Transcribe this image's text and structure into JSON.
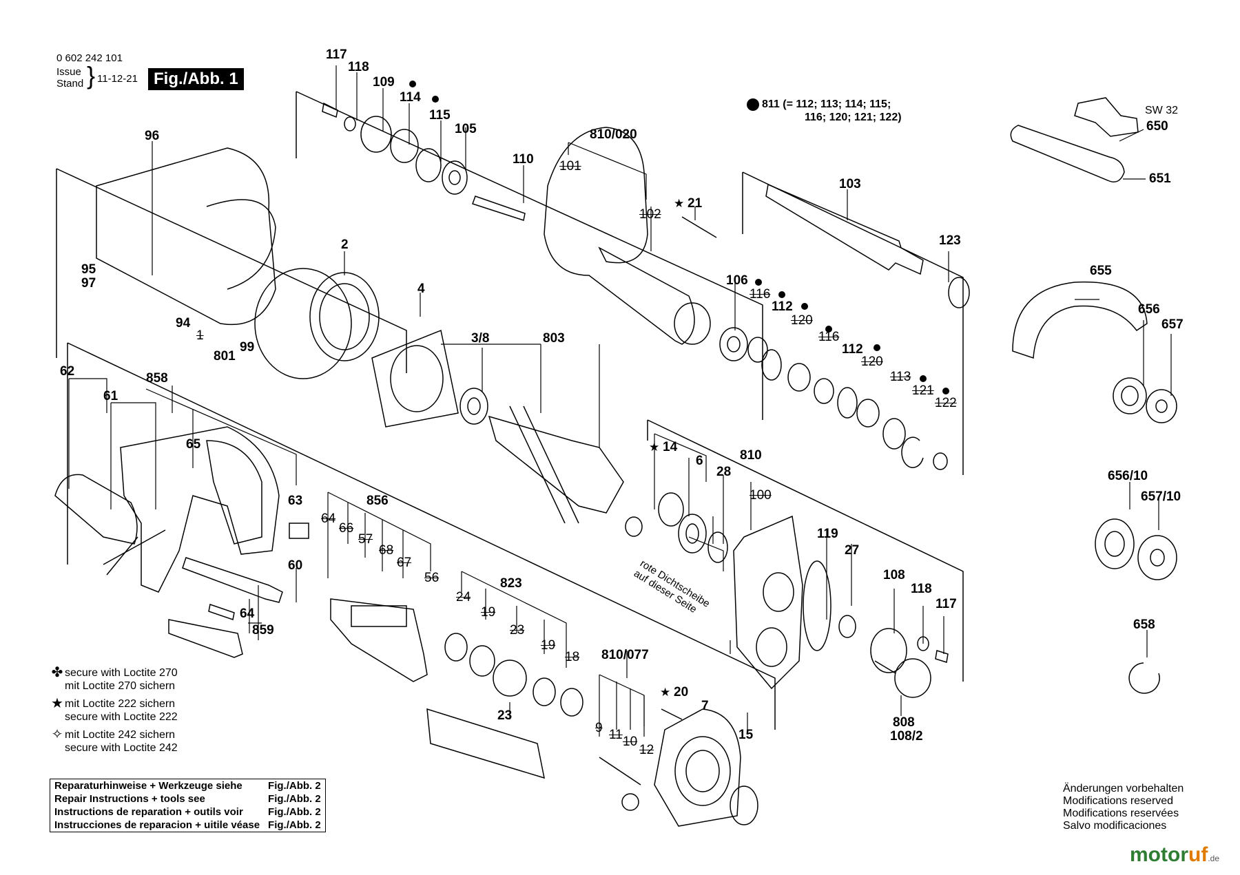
{
  "header": {
    "part_number": "0 602 242 101",
    "issue_label": "Issue",
    "stand_label": "Stand",
    "date": "11-12-21",
    "figure": "Fig./Abb. 1"
  },
  "kit_note": {
    "line1": "811 (= 112; 113; 114; 115;",
    "line2": "116; 120; 121; 122)"
  },
  "wrench_size": "SW 32",
  "callouts": [
    {
      "id": "c-117a",
      "text": "117"
    },
    {
      "id": "c-118a",
      "text": "118"
    },
    {
      "id": "c-109",
      "text": "109"
    },
    {
      "id": "c-114",
      "text": "114"
    },
    {
      "id": "c-115",
      "text": "115"
    },
    {
      "id": "c-105",
      "text": "105"
    },
    {
      "id": "c-110",
      "text": "110"
    },
    {
      "id": "c-810-020",
      "text": "810/020"
    },
    {
      "id": "c-101",
      "text": "101"
    },
    {
      "id": "c-102",
      "text": "102"
    },
    {
      "id": "c-21",
      "text": "21"
    },
    {
      "id": "c-96",
      "text": "96"
    },
    {
      "id": "c-2",
      "text": "2"
    },
    {
      "id": "c-95",
      "text": "95"
    },
    {
      "id": "c-97",
      "text": "97"
    },
    {
      "id": "c-94",
      "text": "94"
    },
    {
      "id": "c-1",
      "text": "1"
    },
    {
      "id": "c-801",
      "text": "801"
    },
    {
      "id": "c-99",
      "text": "99"
    },
    {
      "id": "c-4",
      "text": "4"
    },
    {
      "id": "c-3-8",
      "text": "3/8"
    },
    {
      "id": "c-803",
      "text": "803"
    },
    {
      "id": "c-103",
      "text": "103"
    },
    {
      "id": "c-123",
      "text": "123"
    },
    {
      "id": "c-106",
      "text": "106"
    },
    {
      "id": "c-116a",
      "text": "116"
    },
    {
      "id": "c-112a",
      "text": "112"
    },
    {
      "id": "c-120a",
      "text": "120"
    },
    {
      "id": "c-116b",
      "text": "116"
    },
    {
      "id": "c-112b",
      "text": "112"
    },
    {
      "id": "c-120b",
      "text": "120"
    },
    {
      "id": "c-113",
      "text": "113"
    },
    {
      "id": "c-121",
      "text": "121"
    },
    {
      "id": "c-122",
      "text": "122"
    },
    {
      "id": "c-62",
      "text": "62"
    },
    {
      "id": "c-61",
      "text": "61"
    },
    {
      "id": "c-858",
      "text": "858"
    },
    {
      "id": "c-65",
      "text": "65"
    },
    {
      "id": "c-63",
      "text": "63"
    },
    {
      "id": "c-856",
      "text": "856"
    },
    {
      "id": "c-64a",
      "text": "64"
    },
    {
      "id": "c-66",
      "text": "66"
    },
    {
      "id": "c-57",
      "text": "57"
    },
    {
      "id": "c-68",
      "text": "68"
    },
    {
      "id": "c-67",
      "text": "67"
    },
    {
      "id": "c-56",
      "text": "56"
    },
    {
      "id": "c-60",
      "text": "60"
    },
    {
      "id": "c-64b",
      "text": "64"
    },
    {
      "id": "c-859",
      "text": "859"
    },
    {
      "id": "c-14",
      "text": "14"
    },
    {
      "id": "c-6",
      "text": "6"
    },
    {
      "id": "c-28",
      "text": "28"
    },
    {
      "id": "c-810",
      "text": "810"
    },
    {
      "id": "c-100",
      "text": "100"
    },
    {
      "id": "c-119",
      "text": "119"
    },
    {
      "id": "c-27",
      "text": "27"
    },
    {
      "id": "c-823",
      "text": "823"
    },
    {
      "id": "c-24",
      "text": "24"
    },
    {
      "id": "c-19a",
      "text": "19"
    },
    {
      "id": "c-23a",
      "text": "23"
    },
    {
      "id": "c-19b",
      "text": "19"
    },
    {
      "id": "c-18",
      "text": "18"
    },
    {
      "id": "c-23b",
      "text": "23"
    },
    {
      "id": "c-810-077",
      "text": "810/077"
    },
    {
      "id": "c-20",
      "text": "20"
    },
    {
      "id": "c-7",
      "text": "7"
    },
    {
      "id": "c-9",
      "text": "9"
    },
    {
      "id": "c-11",
      "text": "11"
    },
    {
      "id": "c-10",
      "text": "10"
    },
    {
      "id": "c-12",
      "text": "12"
    },
    {
      "id": "c-15",
      "text": "15"
    },
    {
      "id": "c-108",
      "text": "108"
    },
    {
      "id": "c-118b",
      "text": "118"
    },
    {
      "id": "c-117b",
      "text": "117"
    },
    {
      "id": "c-808",
      "text": "808"
    },
    {
      "id": "c-108-2",
      "text": "108/2"
    },
    {
      "id": "c-650",
      "text": "650"
    },
    {
      "id": "c-651",
      "text": "651"
    },
    {
      "id": "c-655",
      "text": "655"
    },
    {
      "id": "c-656",
      "text": "656"
    },
    {
      "id": "c-657",
      "text": "657"
    },
    {
      "id": "c-656-10",
      "text": "656/10"
    },
    {
      "id": "c-657-10",
      "text": "657/10"
    },
    {
      "id": "c-658",
      "text": "658"
    }
  ],
  "red_seal_note": {
    "line1": "rote Dichtscheibe",
    "line2": "auf dieser Seite"
  },
  "legend": [
    {
      "symbol": "✤",
      "line1": "secure with Loctite 270",
      "line2": "mit Loctite 270 sichern"
    },
    {
      "symbol": "★",
      "line1": "mit Loctite 222 sichern",
      "line2": "secure with Loctite 222"
    },
    {
      "symbol": "✧",
      "line1": "mit Loctite 242 sichern",
      "line2": "secure with Loctite 242"
    }
  ],
  "repair_table": [
    {
      "text": "Reparaturhinweise + Werkzeuge siehe",
      "ref": "Fig./Abb. 2"
    },
    {
      "text": "Repair Instructions + tools see",
      "ref": "Fig./Abb. 2"
    },
    {
      "text": "Instructions de reparation + outils voir",
      "ref": "Fig./Abb. 2"
    },
    {
      "text": "Instrucciones de reparacion + uitile véase",
      "ref": "Fig./Abb. 2"
    }
  ],
  "modifications": [
    "Änderungen vorbehalten",
    "Modifications reserved",
    "Modifications reservées",
    "Salvo modificaciones"
  ],
  "watermark": {
    "brand_a": "motor",
    "brand_b": "uf",
    "tld": ".de"
  }
}
